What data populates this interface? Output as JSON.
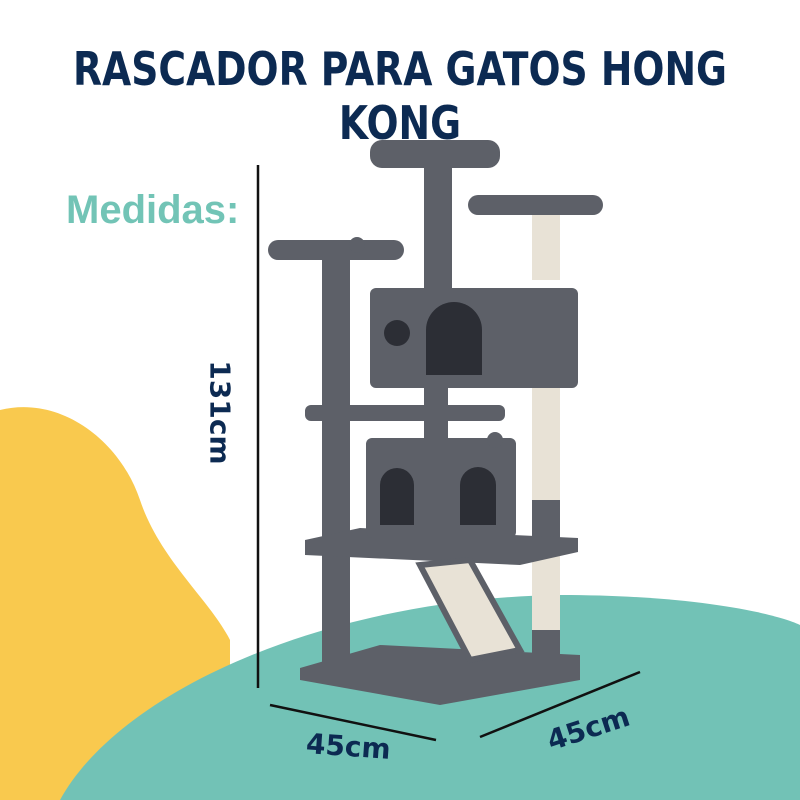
{
  "title": "RASCADOR PARA GATOS HONG KONG",
  "subtitle": "Medidas:",
  "dimensions": {
    "height": "131cm",
    "width": "45cm",
    "depth": "45cm"
  },
  "colors": {
    "title": "#0c2a52",
    "subtitle": "#72c4b6",
    "yellow": "#f9c94e",
    "teal": "#72c2b6",
    "plush": "#5d6068",
    "sisal": "#e8e2d6"
  }
}
